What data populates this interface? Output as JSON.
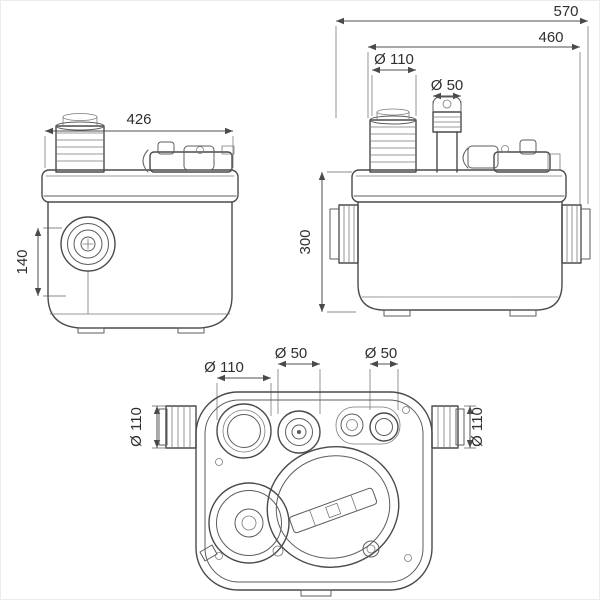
{
  "drawing": {
    "subject": "macerator-pump three-view dimensional drawing",
    "units": "mm",
    "side_view": {
      "width": "426",
      "outlet_height": "140"
    },
    "front_view": {
      "overall_width": "570",
      "inner_width": "460",
      "inlet_diameter": "Ø 110",
      "vent_diameter": "Ø 50",
      "height": "300"
    },
    "top_view": {
      "inlet_diameter": "Ø 110",
      "connection_left": "Ø 50",
      "connection_right": "Ø 50",
      "side_inlet_left": "Ø 110",
      "side_inlet_right": "Ø 110"
    }
  }
}
